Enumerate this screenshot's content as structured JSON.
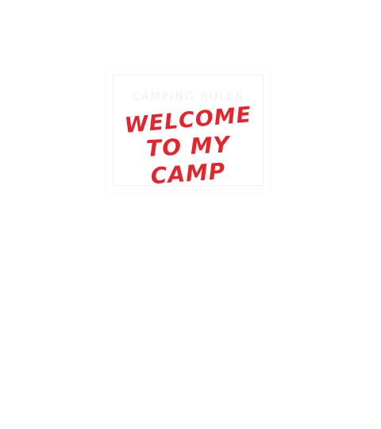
{
  "sign": {
    "faint_text": "CAMPING RULES",
    "slogan_lines": [
      "WELCOME",
      "TO MY",
      "CAMP"
    ],
    "slogan_color": "#e2262d"
  }
}
